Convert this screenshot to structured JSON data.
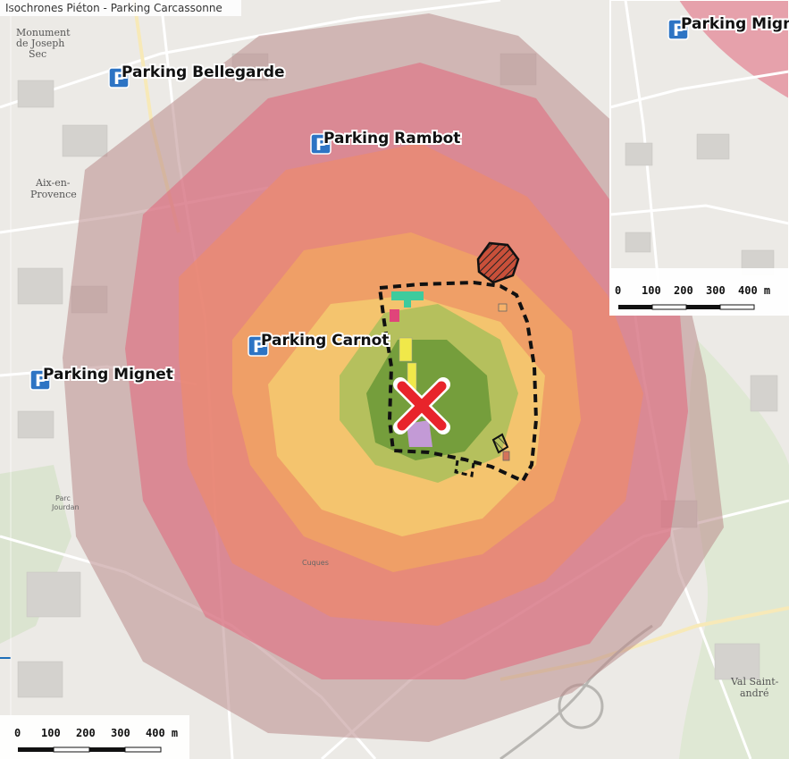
{
  "map": {
    "title": "Isochrones Piéton - Parking Carcassonne",
    "parking_glyph": "P",
    "parkings": [
      {
        "name": "Parking Bellegarde"
      },
      {
        "name": "Parking Rambot"
      },
      {
        "name": "Parking Carnot"
      },
      {
        "name": "Parking Mignet"
      }
    ],
    "inset_parking": "Parking Mignet",
    "towns": [
      "Monument",
      "de Joseph",
      "Sec",
      "Aix-en-",
      "Provence",
      "Val Saint-",
      "andré",
      "Cuques",
      "Parc",
      "Jourdan"
    ],
    "scale": {
      "ticks": [
        "0",
        "100",
        "200",
        "300",
        "400 m"
      ]
    },
    "inset_scale": {
      "ticks": [
        "0",
        "100",
        "200",
        "300",
        "400 m"
      ]
    },
    "colors": {
      "ring_outer": "#b98a8a",
      "ring_5": "#e2657a",
      "ring_4": "#ee8a6a",
      "ring_3": "#f2a860",
      "ring_2": "#f5d070",
      "ring_1": "#a9c05a",
      "ring_0": "#6e9a38",
      "marker": "#e8242b",
      "parking_icon": "#2d74c4"
    },
    "icons": [
      "parking-icon",
      "cross-marker-icon",
      "hatched-zone-icon"
    ]
  }
}
